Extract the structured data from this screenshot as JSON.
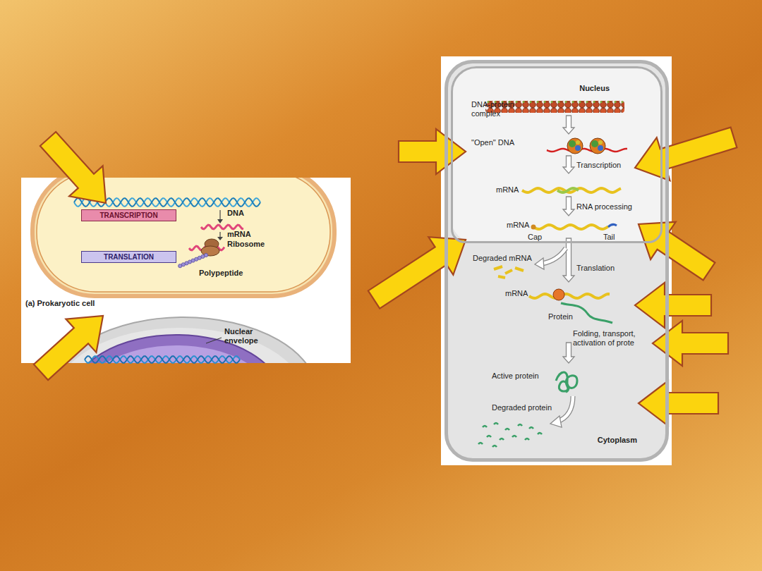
{
  "diagram": {
    "nodes": [
      {
        "text": [
          "TRANSCRIPTION"
        ]
      },
      {
        "text": [
          "TRANSLATION"
        ]
      },
      {
        "text": [
          "Cytoplasm"
        ]
      },
      {
        "text": [
          "Nucleus"
        ],
        "in": 2
      }
    ],
    "labels": [
      "DNA",
      "mRNA",
      "Ribosome",
      "Polypeptide",
      "(a) Prokaryotic cell",
      "Nuclear envelope",
      "DNA-protein complex",
      "\"Open\" DNA",
      "Transcription",
      "mRNA",
      "RNA processing",
      "mRNA",
      "Cap",
      "Tail",
      "Degraded mRNA",
      "Translation",
      "mRNA",
      "Protein",
      "Folding, transport, activation of prote",
      "Active protein",
      "Degraded protein"
    ]
  }
}
